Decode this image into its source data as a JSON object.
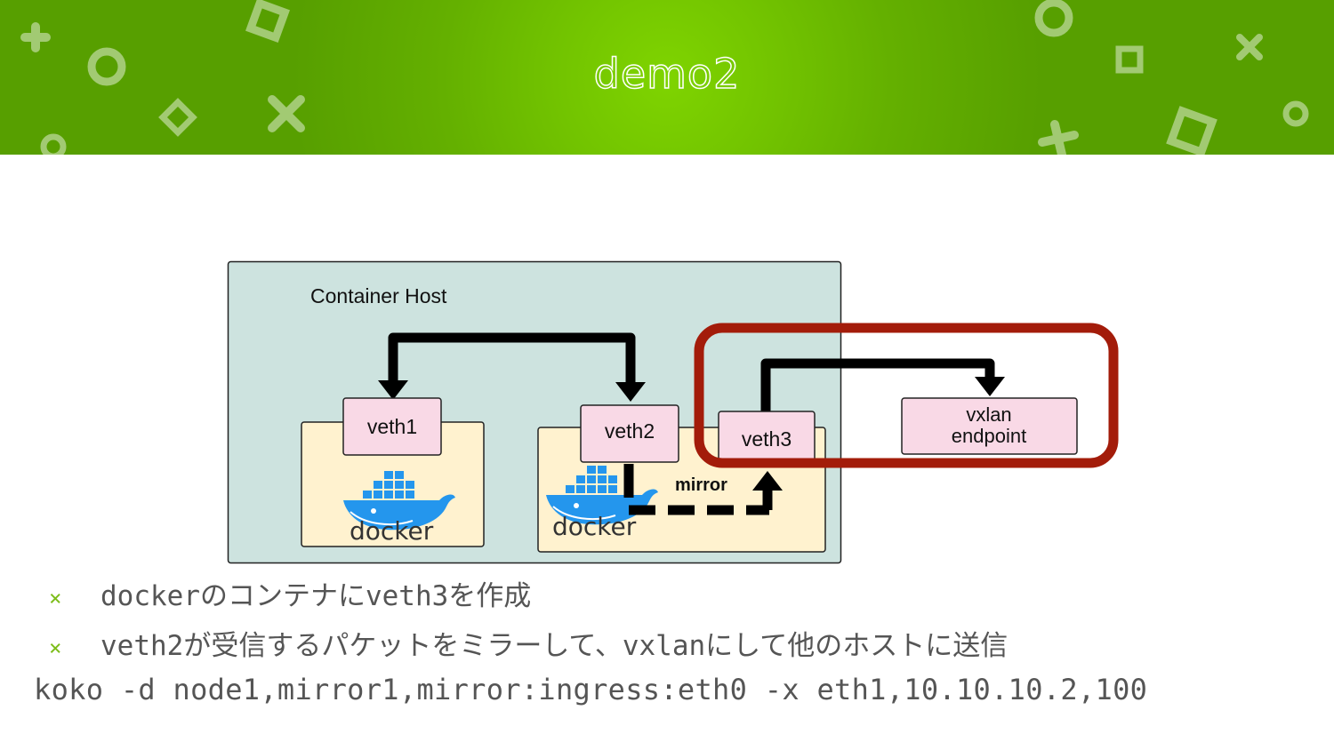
{
  "slide": {
    "title": "demo2",
    "accent_color": "#6cbf00"
  },
  "diagram": {
    "host_label": "Container Host",
    "veth1": "veth1",
    "veth2": "veth2",
    "veth3": "veth3",
    "vxlan_line1": "vxlan",
    "vxlan_line2": "endpoint",
    "mirror_label": "mirror",
    "docker_label": "docker",
    "highlight_color": "#a31c0a"
  },
  "bullets": [
    {
      "marker": "×",
      "text": "dockerのコンテナにveth3を作成"
    },
    {
      "marker": "×",
      "text": "veth2が受信するパケットをミラーして、vxlanにして他のホストに送信"
    }
  ],
  "command": "koko -d node1,mirror1,mirror:ingress:eth0 -x eth1,10.10.10.2,100"
}
